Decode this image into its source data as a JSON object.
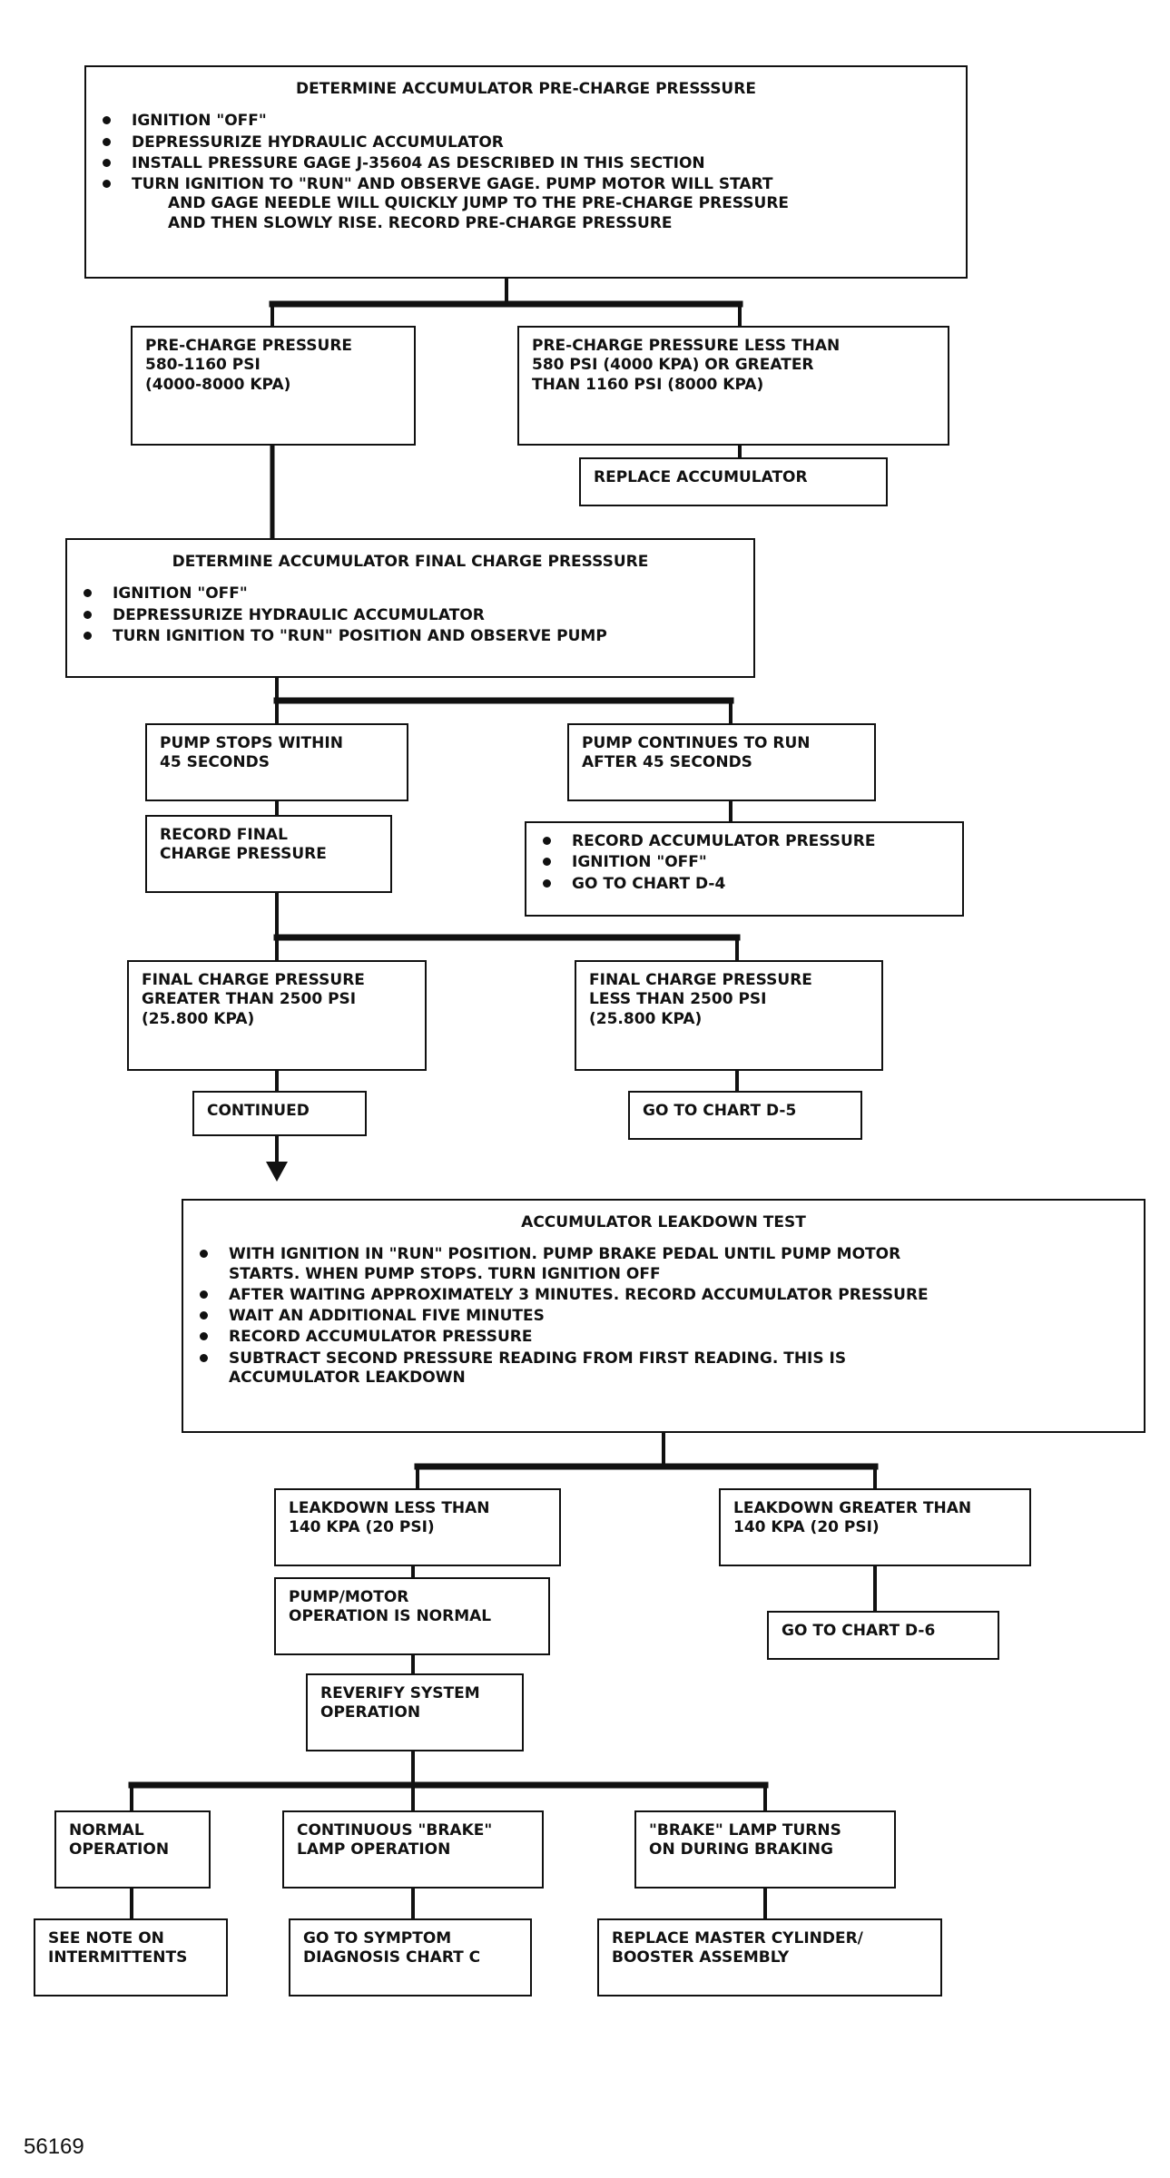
{
  "b1": {
    "title": "DETERMINE ACCUMULATOR PRE-CHARGE PRESSSURE",
    "items": [
      "IGNITION \"OFF\"",
      "DEPRESSURIZE HYDRAULIC ACCUMULATOR",
      "INSTALL PRESSURE GAGE J-35604 AS DESCRIBED IN THIS SECTION",
      [
        "TURN IGNITION TO \"RUN\" AND OBSERVE GAGE. PUMP MOTOR WILL START",
        "AND GAGE NEEDLE WILL QUICKLY JUMP TO THE PRE-CHARGE PRESSURE",
        "AND THEN SLOWLY RISE. RECORD PRE-CHARGE PRESSURE"
      ]
    ]
  },
  "b2": {
    "lines": [
      "PRE-CHARGE PRESSURE",
      "580-1160 PSI",
      "(4000-8000 KPA)"
    ]
  },
  "b3": {
    "lines": [
      "PRE-CHARGE PRESSURE LESS THAN",
      "580 PSI (4000 KPA) OR GREATER",
      "THAN 1160 PSI (8000 KPA)"
    ]
  },
  "b4": {
    "lines": [
      "REPLACE ACCUMULATOR"
    ]
  },
  "b5": {
    "title": "DETERMINE ACCUMULATOR FINAL CHARGE PRESSSURE",
    "items": [
      "IGNITION \"OFF\"",
      "DEPRESSURIZE HYDRAULIC ACCUMULATOR",
      "TURN IGNITION TO \"RUN\" POSITION AND OBSERVE PUMP"
    ]
  },
  "b6": {
    "lines": [
      "PUMP STOPS WITHIN",
      "45 SECONDS"
    ]
  },
  "b7": {
    "lines": [
      "PUMP CONTINUES TO RUN",
      "AFTER 45 SECONDS"
    ]
  },
  "b8": {
    "lines": [
      "RECORD FINAL",
      "CHARGE PRESSURE"
    ]
  },
  "b9": {
    "items": [
      "RECORD ACCUMULATOR PRESSURE",
      "IGNITION \"OFF\"",
      "GO TO CHART D-4"
    ]
  },
  "b10": {
    "lines": [
      "FINAL CHARGE PRESSURE",
      "GREATER THAN 2500 PSI",
      "(25.800 KPA)"
    ]
  },
  "b11": {
    "lines": [
      "FINAL CHARGE PRESSURE",
      "LESS THAN 2500 PSI",
      "(25.800 KPA)"
    ]
  },
  "b12": {
    "lines": [
      "CONTINUED"
    ]
  },
  "b13": {
    "lines": [
      "GO TO CHART D-5"
    ]
  },
  "b14": {
    "title": "ACCUMULATOR LEAKDOWN TEST",
    "items": [
      [
        "WITH IGNITION IN \"RUN\" POSITION. PUMP BRAKE PEDAL UNTIL PUMP MOTOR",
        "STARTS. WHEN PUMP STOPS. TURN IGNITION OFF"
      ],
      "AFTER WAITING APPROXIMATELY 3 MINUTES. RECORD ACCUMULATOR PRESSURE",
      "WAIT AN ADDITIONAL FIVE MINUTES",
      "RECORD ACCUMULATOR PRESSURE",
      [
        "SUBTRACT SECOND PRESSURE READING FROM FIRST READING. THIS IS",
        "ACCUMULATOR LEAKDOWN"
      ]
    ]
  },
  "b15": {
    "lines": [
      "LEAKDOWN LESS THAN",
      "140 KPA (20 PSI)"
    ]
  },
  "b16": {
    "lines": [
      "LEAKDOWN GREATER THAN",
      "140 KPA (20 PSI)"
    ]
  },
  "b17": {
    "lines": [
      "PUMP/MOTOR",
      "OPERATION IS NORMAL"
    ]
  },
  "b18": {
    "lines": [
      "GO TO CHART D-6"
    ]
  },
  "b19": {
    "lines": [
      "REVERIFY SYSTEM",
      "OPERATION"
    ]
  },
  "b20": {
    "lines": [
      "NORMAL",
      "OPERATION"
    ]
  },
  "b21": {
    "lines": [
      "CONTINUOUS \"BRAKE\"",
      "LAMP OPERATION"
    ]
  },
  "b22": {
    "lines": [
      "\"BRAKE\" LAMP TURNS",
      "ON DURING BRAKING"
    ]
  },
  "b23": {
    "lines": [
      "SEE NOTE ON",
      "INTERMITTENTS"
    ]
  },
  "b24": {
    "lines": [
      "GO TO SYMPTOM",
      "DIAGNOSIS CHART C"
    ]
  },
  "b25": {
    "lines": [
      "REPLACE MASTER CYLINDER/",
      "BOOSTER ASSEMBLY"
    ]
  },
  "figure_number": "56169"
}
